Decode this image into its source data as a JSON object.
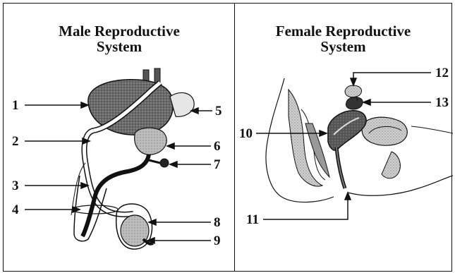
{
  "male": {
    "title_line1": "Male Reproductive",
    "title_line2": "System",
    "labels": [
      "1",
      "2",
      "3",
      "4",
      "5",
      "6",
      "7",
      "8",
      "9"
    ]
  },
  "female": {
    "title_line1": "Female Reproductive",
    "title_line2": "System",
    "labels": [
      "10",
      "11",
      "12",
      "13"
    ]
  }
}
